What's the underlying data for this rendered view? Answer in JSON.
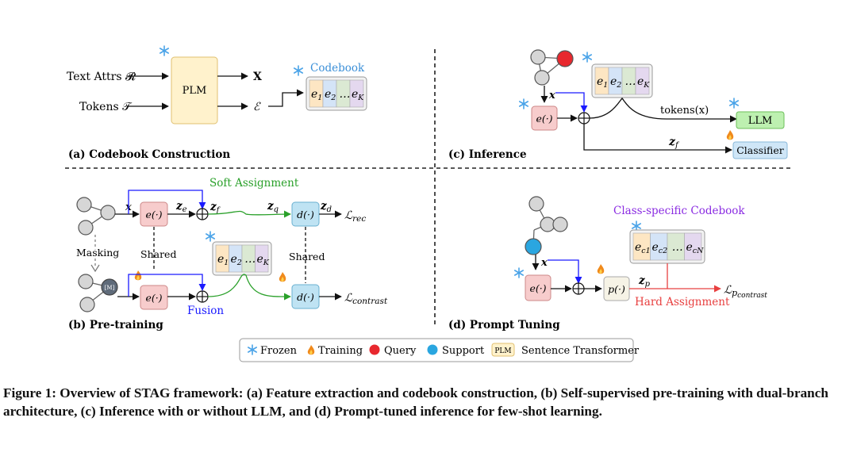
{
  "panels": {
    "a": {
      "title": "(a) Codebook Construction",
      "text_attrs": "Text Attrs 𝓡",
      "tokens": "Tokens 𝒯",
      "plm": "PLM",
      "out_x": "X",
      "out_e": "ℰ",
      "codebook_label": "Codebook",
      "codebook_cells": [
        "e",
        "e",
        "…",
        "e"
      ],
      "codebook_subs": [
        "1",
        "2",
        "",
        "K"
      ]
    },
    "b": {
      "title": "(b) Pre-training",
      "soft_assignment": "Soft Assignment",
      "masking": "Masking",
      "shared_left": "Shared",
      "shared_right": "Shared",
      "fusion": "Fusion",
      "x": "x",
      "enc": "e(·)",
      "dec": "d(·)",
      "ze": "z",
      "ze_sub": "e",
      "zf": "z",
      "zf_sub": "f",
      "zq": "z",
      "zq_sub": "q",
      "zd": "z",
      "zd_sub": "d",
      "mask_token": "[M]",
      "loss_rec": "ℒ",
      "loss_rec_sub": "rec",
      "loss_con": "ℒ",
      "loss_con_sub": "contrast"
    },
    "c": {
      "title": "(c) Inference",
      "x": "x",
      "enc": "e(·)",
      "tokens": "tokens(x)",
      "llm": "LLM",
      "classifier": "Classifier",
      "zf": "z",
      "zf_sub": "f"
    },
    "d": {
      "title": "(d) Prompt Tuning",
      "class_codebook": "Class-specific Codebook",
      "hard_assignment": "Hard Assignment",
      "x": "x",
      "enc": "e(·)",
      "prompt": "p(·)",
      "zp": "z",
      "zp_sub": "p",
      "codebook_cells": [
        "e",
        "e",
        "…",
        "e"
      ],
      "codebook_subs": [
        "c1",
        "c2",
        "",
        "cN"
      ],
      "loss": "ℒ",
      "loss_sub": "p",
      "loss_subsub": "contrast"
    }
  },
  "legend": {
    "frozen": "Frozen",
    "training": "Training",
    "query": "Query",
    "support": "Support",
    "plm_badge": "PLM",
    "plm_desc": "Sentence Transformer"
  },
  "caption": "Figure 1: Overview of STAG framework: (a) Feature extraction and codebook construction, (b) Self-supervised pre-training with dual-branch architecture, (c) Inference with or without LLM, and (d) Prompt-tuned inference for few-shot learning.",
  "colors": {
    "codebook_1": "#fde6c3",
    "codebook_2": "#d4e4f7",
    "codebook_3": "#dbe9d3",
    "codebook_4": "#e4d8ef",
    "encoder_fill": "#f7cccc",
    "decoder_fill": "#bfe3f3",
    "plm_fill": "#fff2cc",
    "llm_fill": "#bdf0b0",
    "classifier_fill": "#cfe6f7",
    "blue_arrow": "#1a1aff",
    "green_arrow": "#2aa02a",
    "red_arrow": "#e84040",
    "purple_text": "#8a2be2",
    "query_red": "#e8282e",
    "support_blue": "#2aa6e0"
  }
}
